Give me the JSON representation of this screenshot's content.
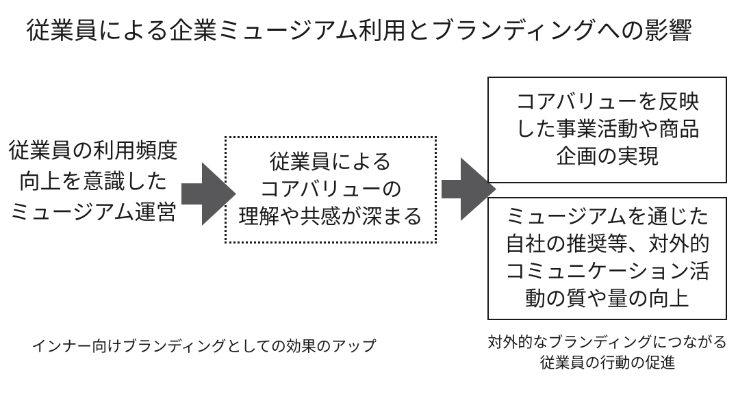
{
  "title": "従業員による企業ミュージアム利用とブランディングへの影響",
  "flow": {
    "input_node": {
      "lines": [
        "従業員の利用頻度",
        "向上を意識した",
        "ミュージアム運営"
      ]
    },
    "process_node": {
      "lines": [
        "従業員による",
        "コアバリューの",
        "理解や共感が深まる"
      ]
    },
    "outcome_top": {
      "lines": [
        "コアバリューを反映",
        "した事業活動や商品",
        "企画の実現"
      ]
    },
    "outcome_bottom": {
      "lines": [
        "ミュージアムを通じた",
        "自社の推奨等、対外的",
        "コミュニケーション活",
        "動の質や量の向上"
      ]
    }
  },
  "captions": {
    "inner_branding": "インナー向けブランディングとしての効果のアップ",
    "external_branding": {
      "lines": [
        "対外的なブランディングにつながる",
        "従業員の行動の促進"
      ]
    }
  },
  "icons": {
    "arrow_1": "right-block-arrow",
    "arrow_2": "right-block-arrow"
  },
  "colors": {
    "arrow": "#58585a",
    "text": "#1a1a1a",
    "border": "#1a1a1a",
    "background": "#ffffff"
  }
}
